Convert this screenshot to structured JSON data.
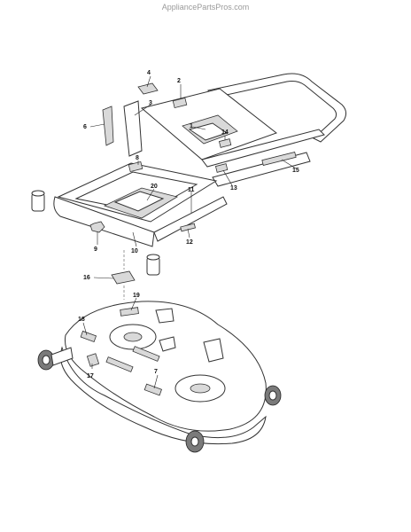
{
  "watermark": "AppliancePartsPros.com",
  "callouts": {
    "c1": "1",
    "c2": "2",
    "c3": "3",
    "c4": "4",
    "c6": "6",
    "c7": "7",
    "c8": "8",
    "c9": "9",
    "c10": "10",
    "c11": "11",
    "c12": "12",
    "c13": "13",
    "c14": "14",
    "c15": "15",
    "c16": "16",
    "c17": "17",
    "c18": "18",
    "c19": "19",
    "c20": "20"
  }
}
